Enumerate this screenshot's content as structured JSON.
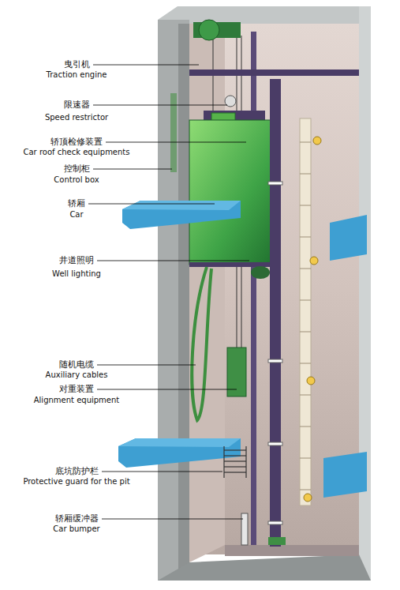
{
  "diagram": {
    "labels": [
      "曳引机",
      "Traction engine",
      "限速器",
      "Speed restrictor",
      "轿顶检修装置",
      "Car roof check equipments",
      "控制柜",
      "Control box",
      "轿厢",
      "Car",
      "井道照明",
      "Well lighting",
      "随机电缆",
      "Auxiliary cables",
      "对重装置",
      "Alignment equipment",
      "底坑防护栏",
      "Protective guard for the pit",
      "轿厢缓冲器",
      "Car bumper"
    ]
  }
}
